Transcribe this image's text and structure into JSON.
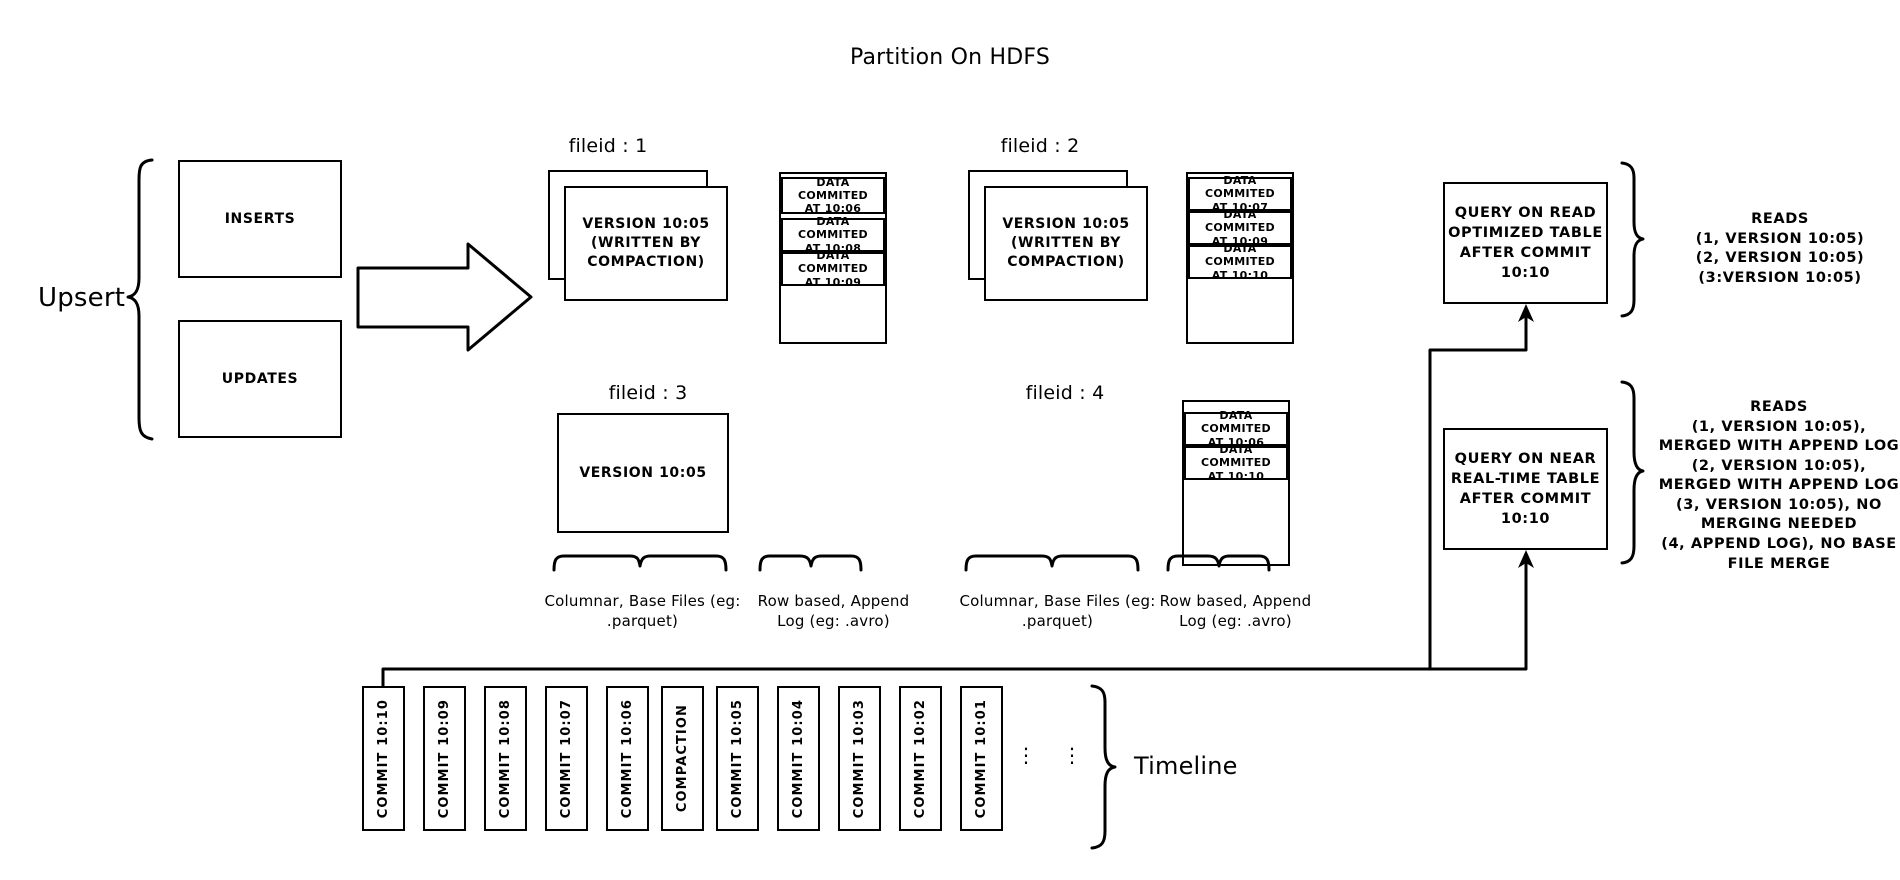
{
  "title": "Partition On HDFS",
  "upsert": {
    "label": "Upsert",
    "inserts": "INSERTS",
    "updates": "UPDATES"
  },
  "commit_arrow": {
    "label": "Commit 10:10"
  },
  "file_groups": [
    {
      "fileid_label": "fileid : 1",
      "base_file": "VERSION 10:05\n(WRITTEN BY\nCOMPACTION)",
      "has_ghost": true,
      "log_entries": [
        "DATA COMMITED\nAT 10:06",
        "DATA COMMITED\nAT 10:08",
        "DATA COMMITED\nAT 10:09"
      ]
    },
    {
      "fileid_label": "fileid : 2",
      "base_file": "VERSION 10:05\n(WRITTEN BY\nCOMPACTION)",
      "has_ghost": true,
      "log_entries": [
        "DATA COMMITED\nAT 10:07",
        "DATA COMMITED\nAT 10:09",
        "DATA COMMITED\nAT 10:10"
      ]
    },
    {
      "fileid_label": "fileid : 3",
      "base_file": "VERSION 10:05",
      "has_ghost": false,
      "log_entries": []
    },
    {
      "fileid_label": "fileid : 4",
      "base_file": "",
      "has_ghost": false,
      "log_entries": [
        "DATA COMMITED\nAT 10:06",
        "DATA COMMITED\nAT 10:10"
      ]
    }
  ],
  "brace_captions": {
    "columnar": "Columnar, Base Files\n(eg: .parquet)",
    "rowlog": "Row based,\nAppend Log  (eg:\n.avro)"
  },
  "queries": [
    {
      "box": "QUERY ON READ\nOPTIMIZED TABLE\nAFTER COMMIT\n10:10",
      "reads": "READS\n(1, VERSION 10:05)\n(2, VERSION 10:05)\n(3:VERSION 10:05)"
    },
    {
      "box": "QUERY ON NEAR\nREAL-TIME TABLE\nAFTER COMMIT\n10:10",
      "reads": "READS\n(1, VERSION 10:05),\nMERGED WITH APPEND LOG\n(2, VERSION 10:05),\nMERGED WITH APPEND LOG\n(3, VERSION 10:05), NO\nMERGING NEEDED\n(4, APPEND LOG), NO BASE\nFILE MERGE"
    }
  ],
  "timeline": {
    "label": "Timeline",
    "ellipsis": "⋮",
    "cards": [
      "COMMIT  10:10",
      "COMMIT  10:09",
      "COMMIT  10:08",
      "COMMIT  10:07",
      "COMMIT  10:06",
      "COMPACTION",
      "COMMIT  10:05",
      "COMMIT  10:04",
      "COMMIT  10:03",
      "COMMIT  10:02",
      "COMMIT  10:01"
    ]
  },
  "colors": {
    "ink": "#000000",
    "paper": "#ffffff"
  }
}
